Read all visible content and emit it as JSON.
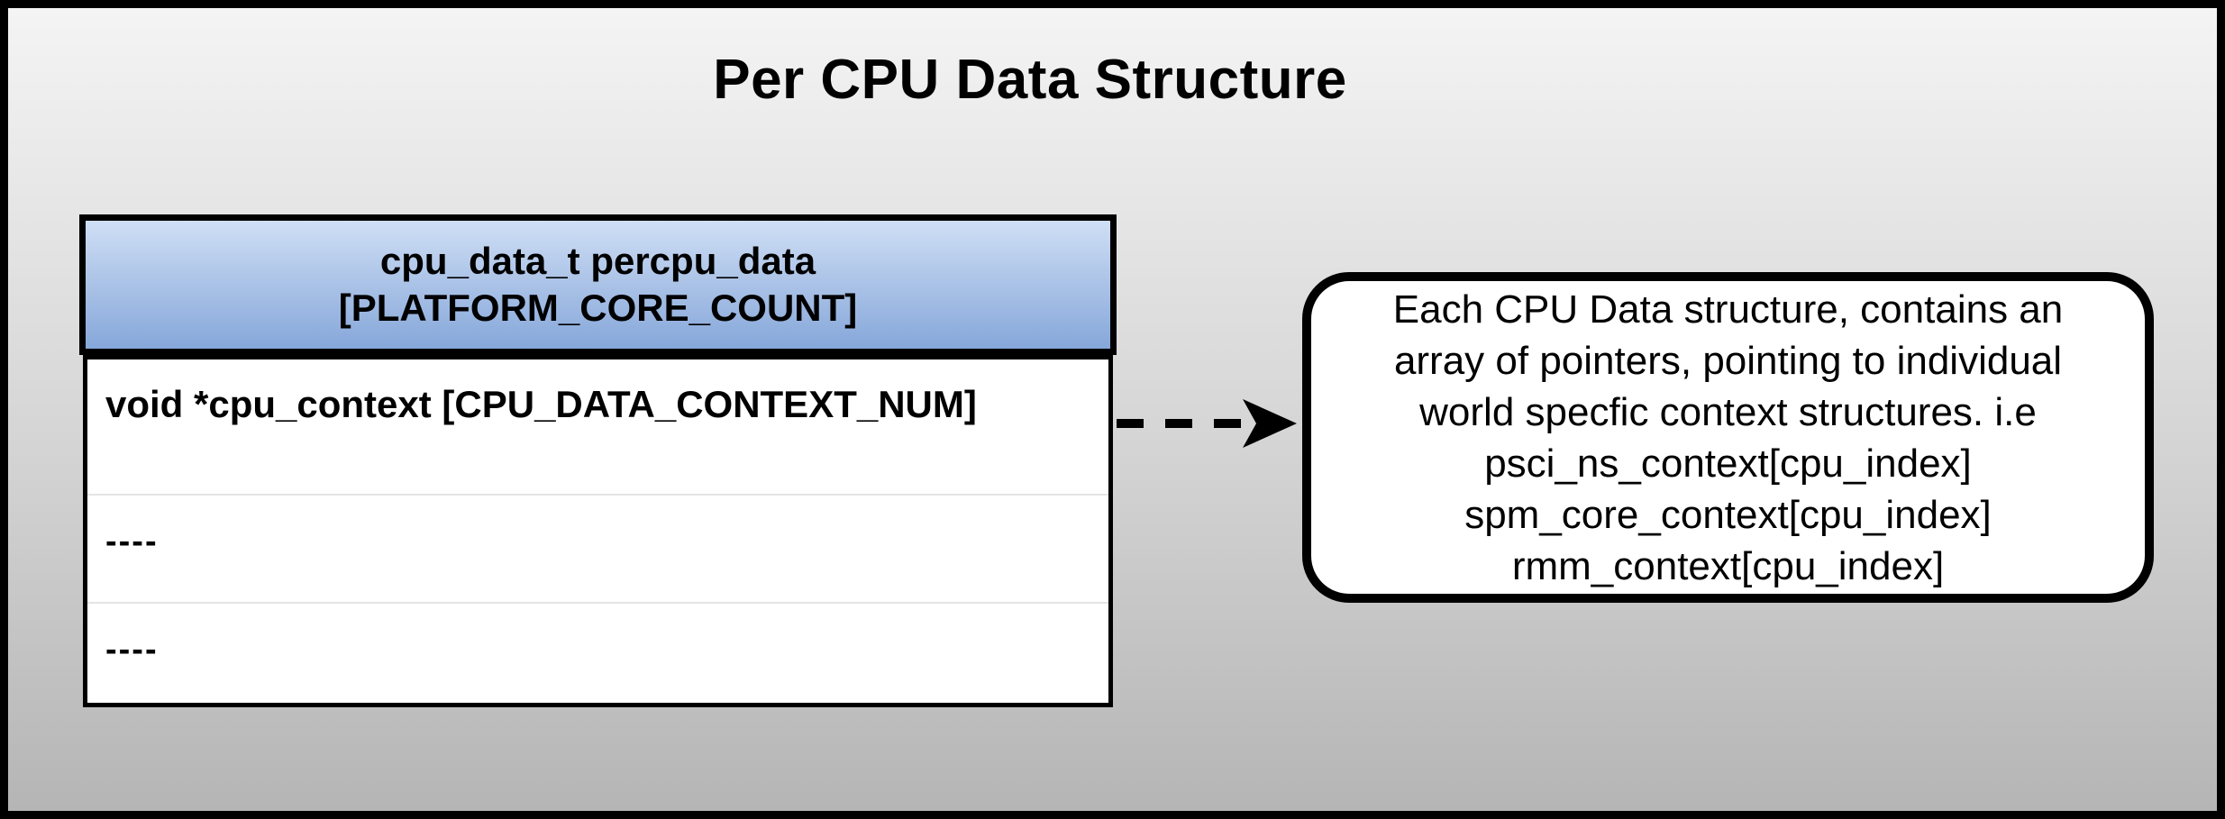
{
  "title": "Per CPU Data Structure",
  "colors": {
    "page_background_top": "#f4f4f4",
    "page_background_bottom": "#b5b5b5",
    "frame_border": "#000000",
    "table_header_gradient_top": "#cfdff5",
    "table_header_gradient_bottom": "#86a7da",
    "table_body_background": "#ffffff",
    "row_separator": "#e4e4e4",
    "callout_background": "#ffffff",
    "line_color": "#000000",
    "text_color": "#000000"
  },
  "table": {
    "header_lines": [
      "cpu_data_t percpu_data",
      "[PLATFORM_CORE_COUNT]"
    ],
    "rows": [
      {
        "label": "void *cpu_context [CPU_DATA_CONTEXT_NUM]"
      },
      {
        "label": "----"
      },
      {
        "label": "----"
      }
    ]
  },
  "connector": {
    "type": "dashed-arrow",
    "direction": "right",
    "from": "cpu-data-table row void *cpu_context",
    "to": "callout-box"
  },
  "callout": {
    "lines": [
      "Each CPU Data structure, contains an",
      "array of pointers, pointing to individual",
      "world specfic context structures. i.e",
      "psci_ns_context[cpu_index]",
      "spm_core_context[cpu_index]",
      "rmm_context[cpu_index]"
    ]
  }
}
